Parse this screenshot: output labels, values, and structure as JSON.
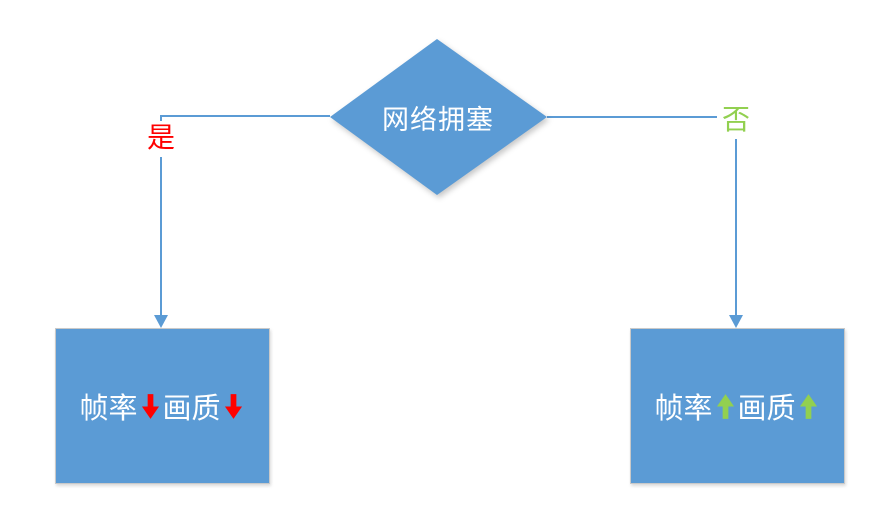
{
  "diagram": {
    "decision": {
      "label": "网络拥塞"
    },
    "branches": {
      "yes": {
        "label": "是",
        "result_part1": "帧率",
        "result_part2": "画质",
        "trend": "down",
        "trend_icon": "thick-down-arrow-icon"
      },
      "no": {
        "label": "否",
        "result_part1": "帧率",
        "result_part2": "画质",
        "trend": "up",
        "trend_icon": "thick-up-arrow-icon"
      }
    }
  },
  "colors": {
    "shape_fill": "#5B9BD5",
    "connector": "#5B9BD5",
    "yes_red": "#FF0000",
    "no_green": "#92D050",
    "box_border": "#C9C9C9",
    "shape_text": "#FFFFFF",
    "background": "#FFFFFF"
  }
}
